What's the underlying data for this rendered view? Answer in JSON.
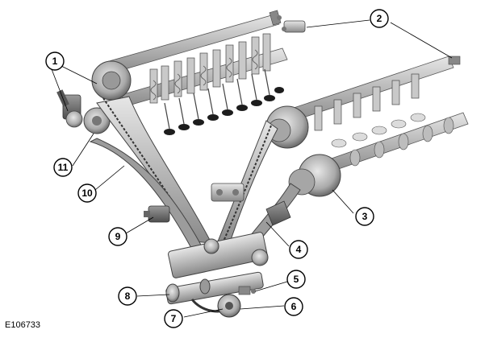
{
  "figure_id": "E106733",
  "callouts": [
    {
      "id": "callout-1",
      "label": "1"
    },
    {
      "id": "callout-2",
      "label": "2"
    },
    {
      "id": "callout-3",
      "label": "3"
    },
    {
      "id": "callout-4",
      "label": "4"
    },
    {
      "id": "callout-5",
      "label": "5"
    },
    {
      "id": "callout-6",
      "label": "6"
    },
    {
      "id": "callout-7",
      "label": "7"
    },
    {
      "id": "callout-8",
      "label": "8"
    },
    {
      "id": "callout-9",
      "label": "9"
    },
    {
      "id": "callout-10",
      "label": "10"
    },
    {
      "id": "callout-11",
      "label": "11"
    }
  ]
}
